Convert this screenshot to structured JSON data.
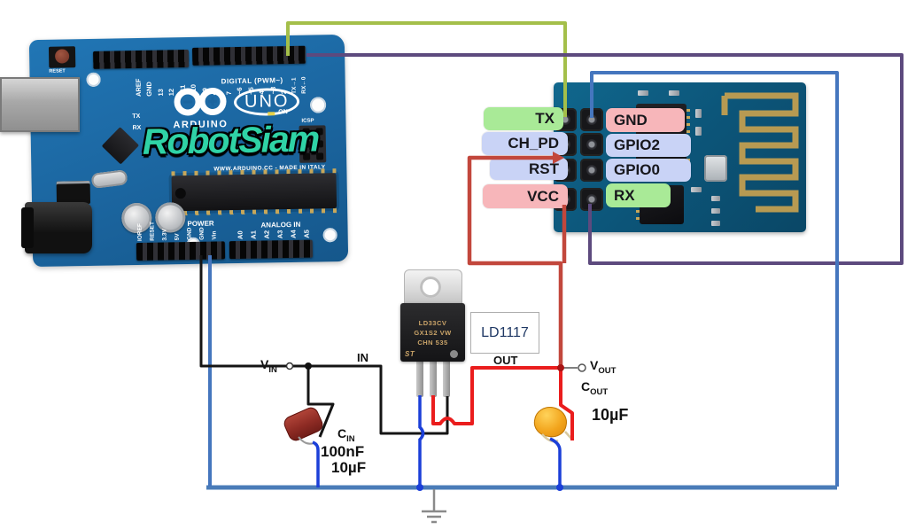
{
  "colors": {
    "wire_green": "#a4bf4a",
    "wire_purple": "#5d4a7e",
    "wire_blue_steel": "#4576be",
    "wire_blue_rail": "#4a7cb8",
    "wire_blue_bright": "#1b3fd8",
    "wire_red_bright": "#ea1d1d",
    "wire_red_muted": "#c2473c",
    "wire_black": "#151515",
    "pill_green": "#a9ea97",
    "pill_lavender": "#c9d3f6",
    "pill_pink": "#f7b6ba",
    "arduino_pcb": "#1b659f",
    "esp_pcb": "#0c5579",
    "antenna_gold": "#b79a52"
  },
  "arduino": {
    "brand": "ARDUINO",
    "model": "UNO",
    "overlay": "RobotSiam",
    "made_in": "WWW.ARDUINO.CC - MADE IN ITALY",
    "digital_header_label": "DIGITAL (PWM~)",
    "digital_pins": [
      "AREF",
      "GND",
      "13",
      "12",
      "~11",
      "~10",
      "~9",
      "8",
      "7",
      "~6",
      "~5",
      "4",
      "~3",
      "2",
      "TX→1",
      "RX←0"
    ],
    "power_label": "POWER",
    "power_pins": [
      "IOREF",
      "RESET",
      "3.3V",
      "5V",
      "GND",
      "GND",
      "Vin"
    ],
    "analog_label": "ANALOG IN",
    "analog_pins": [
      "A0",
      "A1",
      "A2",
      "A3",
      "A4",
      "A5"
    ],
    "reset_label": "RESET",
    "icsp_label": "ICSP",
    "on_label": "ON",
    "tx_label": "TX",
    "rx_label": "RX"
  },
  "esp8266": {
    "left_pins": [
      {
        "label": "TX"
      },
      {
        "label": "CH_PD"
      },
      {
        "label": "RST"
      },
      {
        "label": "VCC"
      }
    ],
    "right_pins": [
      {
        "label": "GND"
      },
      {
        "label": "GPIO2"
      },
      {
        "label": "GPIO0"
      },
      {
        "label": "RX"
      }
    ]
  },
  "regulator": {
    "box_label": "LD1117",
    "chip_line1": "LD33CV",
    "chip_line2": "GX1S2 VW",
    "chip_line3": "CHN 535",
    "chip_logo": "ST",
    "in_label": "IN",
    "out_label": "OUT"
  },
  "nodes": {
    "v": "V",
    "vin_sub": "IN",
    "vout_sub": "OUT"
  },
  "capacitors": {
    "c": "C",
    "cin_sub": "IN",
    "cin_value1": "100nF",
    "cin_value2": "10µF",
    "cout_sub": "OUT",
    "cout_value": "10µF"
  }
}
